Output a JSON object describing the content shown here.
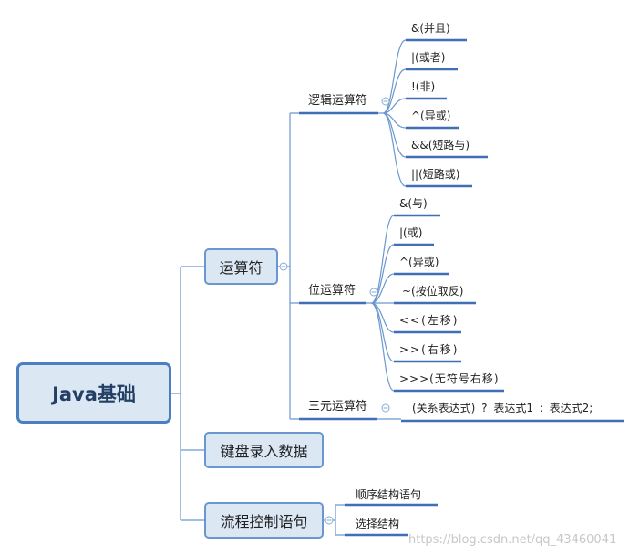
{
  "root": {
    "label": "Java基础"
  },
  "branches": [
    {
      "label": "运算符"
    },
    {
      "label": "键盘录入数据"
    },
    {
      "label": "流程控制语句"
    }
  ],
  "operators": {
    "logical": {
      "label": "逻辑运算符",
      "items": [
        "&(并且)",
        "|(或者)",
        "!(非)",
        "^(异或)",
        "&&(短路与)",
        "||(短路或)"
      ]
    },
    "bitwise": {
      "label": "位运算符",
      "items": [
        "&(与)",
        "|(或)",
        "^(异或)",
        "~(按位取反)",
        "<<(左移)",
        ">>(右移)",
        ">>>(无符号右移)"
      ]
    },
    "ternary": {
      "label": "三元运算符",
      "expression": "(关系表达式) ? 表达式1 : 表达式2;"
    }
  },
  "flow": {
    "items": [
      "顺序结构语句",
      "选择结构"
    ]
  },
  "collapse_symbol": "⊖",
  "watermark": "https://blog.csdn.net/qq_43460041",
  "colors": {
    "connector": "#6b97cf",
    "underline": "#3f6fb5",
    "root_border": "#4a7fc1",
    "box_fill": "#dce7f4"
  }
}
